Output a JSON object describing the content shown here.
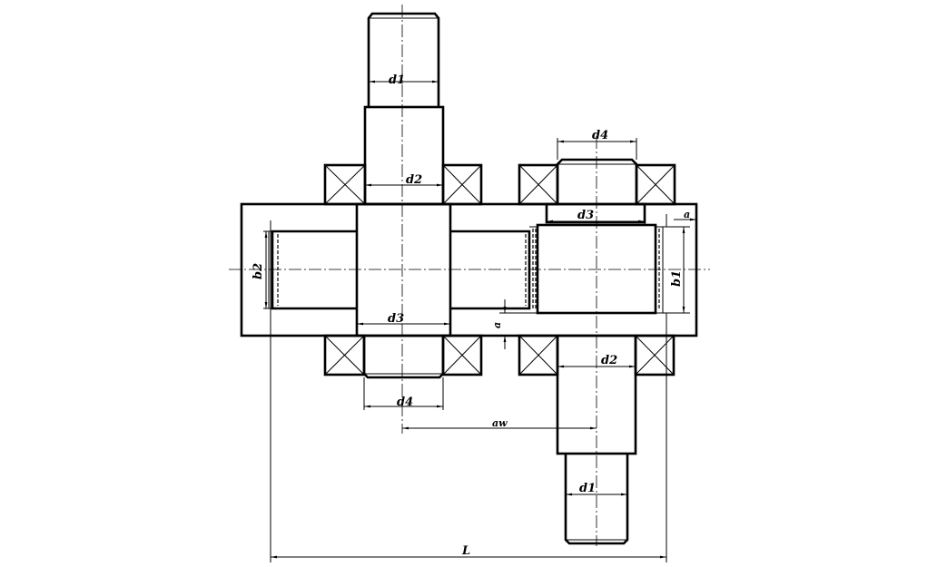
{
  "labels": {
    "d1_top": "d1",
    "d2_top": "d2",
    "d3_left": "d3",
    "d4_left": "d4",
    "d4_right": "d4",
    "d3_right": "d3",
    "d2_right": "d2",
    "d1_bottom": "d1",
    "b1": "b1",
    "b2": "b2",
    "a_right": "a",
    "a_gap": "a",
    "aw": "aw",
    "L": "L"
  }
}
